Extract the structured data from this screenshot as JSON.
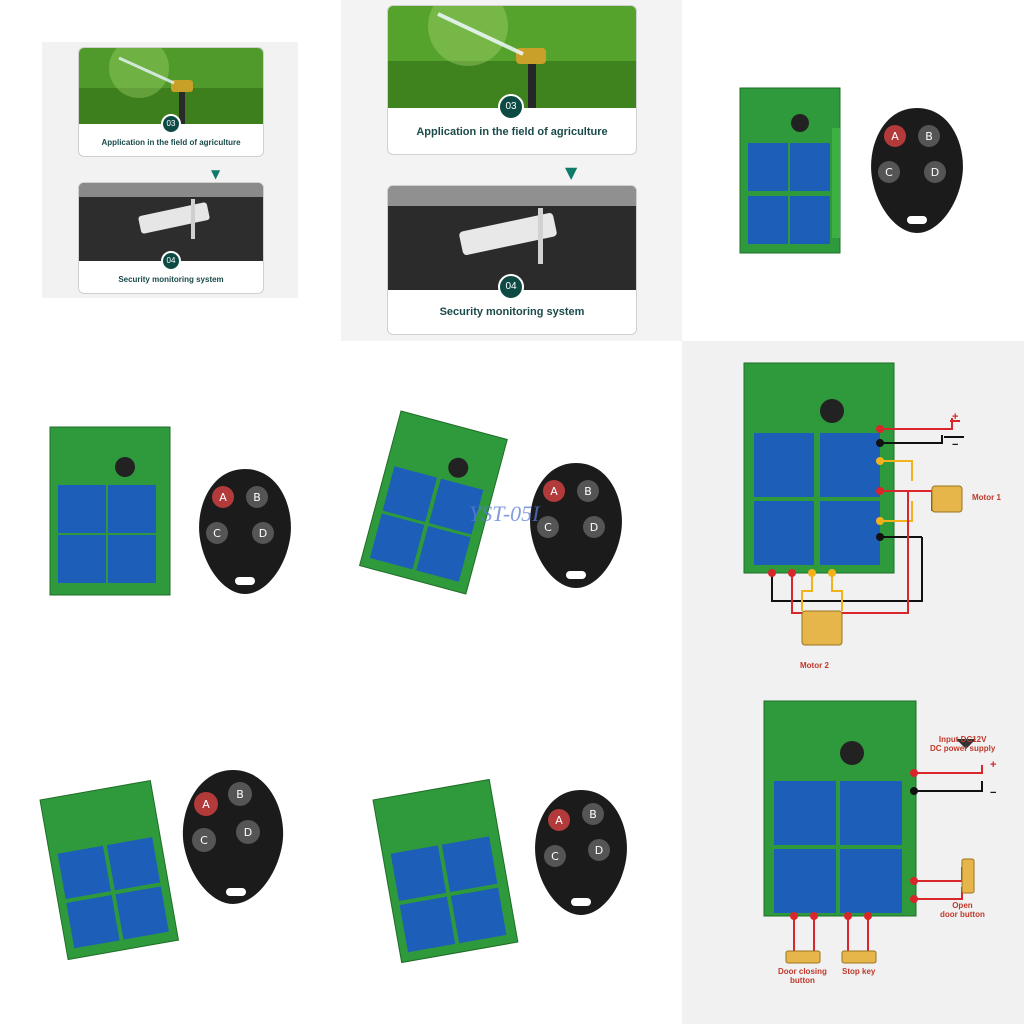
{
  "panel1": {
    "card1": {
      "number": "03",
      "caption": "Application in the field of agriculture"
    },
    "card2": {
      "number": "04",
      "caption": "Security monitoring system"
    }
  },
  "panel2": {
    "card1": {
      "number": "03",
      "caption": "Application in the field of agriculture"
    },
    "card2": {
      "number": "04",
      "caption": "Security monitoring system"
    }
  },
  "remote": {
    "buttons": [
      "A",
      "B",
      "C",
      "D"
    ]
  },
  "watermark": "YST-05I",
  "diagram_motors": {
    "motor1": "Motor 1",
    "motor2": "Motor 2",
    "plus": "+",
    "minus": "−"
  },
  "diagram_door": {
    "input": "Input DC12V\nDC power supply",
    "open": "Open\ndoor button",
    "close": "Door closing\nbutton",
    "stop": "Stop key",
    "plus": "+",
    "minus": "−"
  },
  "colors": {
    "pcb": "#2f9a3c",
    "relay": "#1d5fb8",
    "teal": "#0e4a44",
    "wire_red": "#d8262a",
    "wire_yellow": "#f3b21c",
    "wire_black": "#111111"
  }
}
